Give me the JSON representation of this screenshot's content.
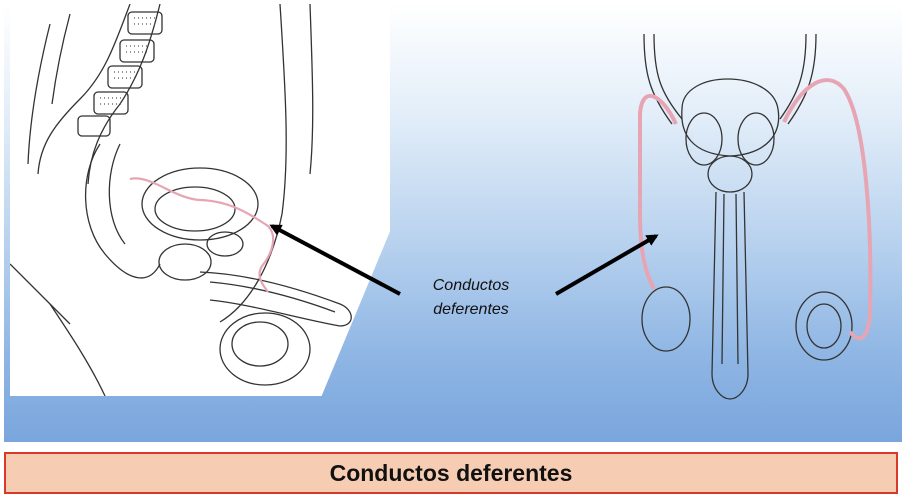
{
  "callout": {
    "line1": "Conductos",
    "line2": "deferentes"
  },
  "title": "Conductos deferentes",
  "colors": {
    "duct": "#e7a5b4",
    "title_bg": "#f6cdb3",
    "title_border": "#d73a2b",
    "arrow": "#000000"
  },
  "icons": {
    "left": "sagittal-pelvis-illustration",
    "right": "frontal-reproductive-illustration"
  }
}
